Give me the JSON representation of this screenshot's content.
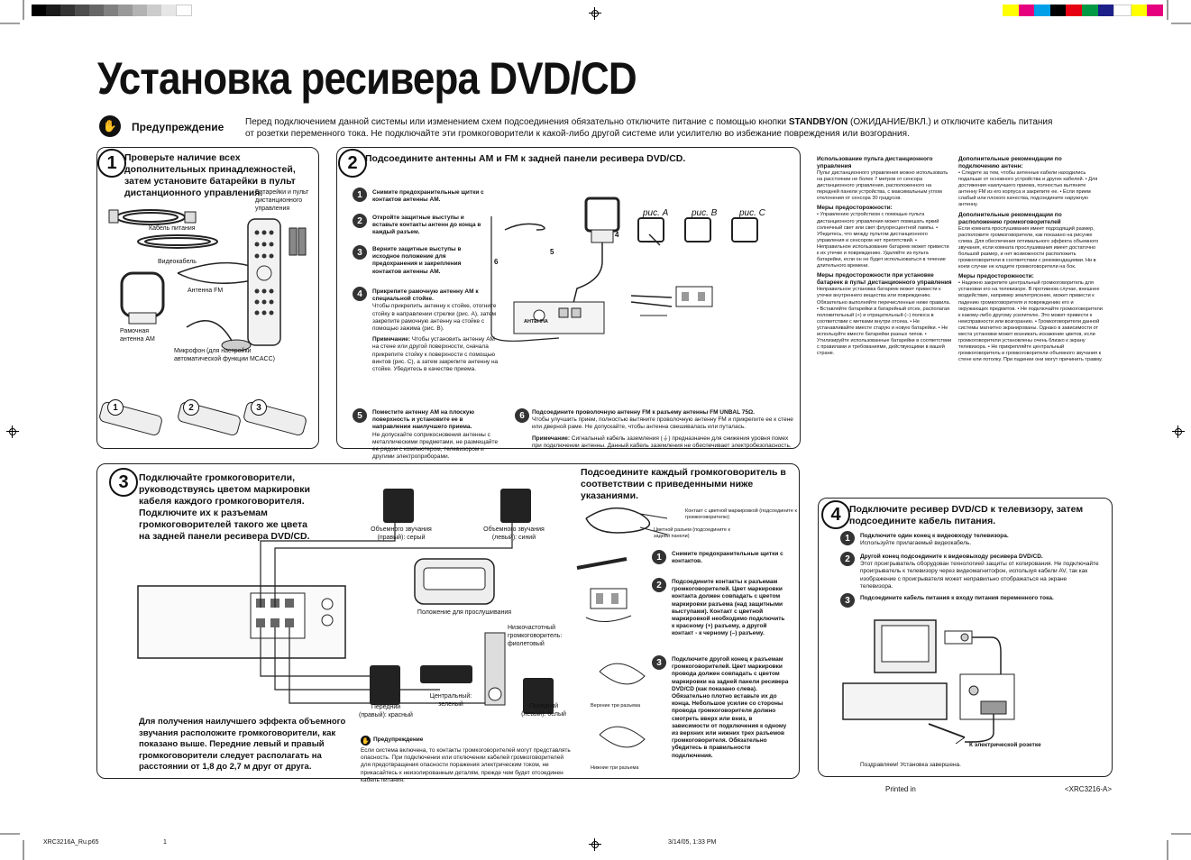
{
  "print": {
    "file_name": "XRC3216A_Ru.p65",
    "page": "1",
    "timestamp": "3/14/05, 1:33 PM",
    "printed_in": "Printed in",
    "code": "<XRC3216-A>"
  },
  "colors": {
    "gray_bar": [
      "#000000",
      "#1a1a1a",
      "#333333",
      "#4d4d4d",
      "#666666",
      "#808080",
      "#999999",
      "#b3b3b3",
      "#cccccc",
      "#e6e6e6",
      "#ffffff"
    ],
    "color_bar": [
      "#ffff00",
      "#e6007e",
      "#00a0e9",
      "#000000",
      "#e60012",
      "#009944",
      "#1d2088",
      "#ffffff",
      "#ffff00",
      "#e6007e"
    ]
  },
  "title": "Установка ресивера DVD/CD",
  "warning": {
    "label": "Предупреждение",
    "text_part1": "Перед подключением данной системы или изменением схем подсоединения обязательно отключите питание с помощью кнопки ",
    "text_bold": "STANDBY/ON",
    "text_part2": " (ОЖИДАНИЕ/ВКЛ.) и отключите кабель питания от розетки переменного тока. Не подключайте эти громкоговорители к какой-либо другой системе или усилителю во избежание повреждения или возгорания."
  },
  "panel1": {
    "number": "1",
    "heading": "Проверьте наличие всех дополнительных принадлежностей, затем установите батарейки в пульт дистанционного управления.",
    "labels": {
      "power_cable": "Кабель питания",
      "video_cable": "Видеокабель",
      "fm_antenna": "Антенна FM",
      "am_antenna": "Рамочная антенна AM",
      "microphone": "Микрофон (для настройки автоматической функции MCACC)",
      "batteries": "Батарейки и пульт дистанционного управления"
    },
    "steps": [
      "1",
      "2",
      "3"
    ]
  },
  "panel2": {
    "number": "2",
    "heading": "Подсоедините антенны AM и FM к задней панели ресивера DVD/CD.",
    "steps": [
      {
        "n": "1",
        "bold": "Снимите предохранительные щитки с контактов антенны AM.",
        "text": ""
      },
      {
        "n": "2",
        "bold": "Откройте защитные выступы и вставьте контакты антенн до конца в каждый разъем.",
        "text": ""
      },
      {
        "n": "3",
        "bold": "Верните защитные выступы в исходное положение для предохранения и закрепления контактов антенны AM.",
        "text": ""
      },
      {
        "n": "4",
        "bold": "Прикрепите рамочную антенну AM к специальной стойке.",
        "text": "Чтобы прикрепить антенну к стойке, отогните стойку в направлении стрелки (рис. A), затем закрепите рамочную антенну на стойке с помощью зажима (рис. B).",
        "note_label": "Примечание:",
        "note": " Чтобы установить антенну AM на стене или другой поверхности, сначала прикрепите стойку к поверхности с помощью винтов (рис. C), а затем закрепите антенну на стойке. Убедитесь в качестве приема."
      },
      {
        "n": "5",
        "bold": "Поместите антенну AM на плоскую поверхность и установите ее в направлении наилучшего приема.",
        "text": "Не допускайте соприкосновения антенны с металлическими предметами, не размещайте ее рядом с компьютером, телевизором и другими электроприборами."
      },
      {
        "n": "6",
        "bold": "Подсоедините проволочную антенну FM к разъему антенны FM UNBAL 75Ω.",
        "text": "Чтобы улучшить прием, полностью вытяните проволочную антенну FM и прикрепите ее к стене или дверной раме. Не допускайте, чтобы антенна свешивалась или путалась.",
        "note_label": "Примечание:",
        "note": " Сигнальный кабель заземления (⏚) предназначен для снижения уровня помех при подключении антенны. Данный кабель заземления не обеспечивает электробезопасность."
      }
    ],
    "figs": [
      "рис. A",
      "рис. B",
      "рис. C"
    ],
    "callouts": [
      "4",
      "5",
      "6"
    ],
    "antenna_label": "АНТЕННА"
  },
  "panel3": {
    "number": "3",
    "heading": "Подключайте громкоговорители, руководствуясь цветом маркировки кабеля каждого громкоговорителя. Подключите их к разъемам громкоговорителей такого же цвета на задней панели ресивера DVD/CD.",
    "speakers": {
      "surround_right": "Объемного звучания (правый): серый",
      "surround_left": "Объемного звучания (левый): синий",
      "listening": "Положение для прослушивания",
      "subwoofer": "Низкочастотный громкоговоритель: фиолетовый",
      "front_right": "Передний (правый): красный",
      "center": "Центральный: зеленый",
      "front_left": "Передний (левый): белый"
    },
    "best_effect": "Для получения наилучшего эффекта объемного звучания расположите громкоговорители, как показано выше. Передние левый и правый громкоговорители следует располагать на расстоянии от 1,8 до 2,7 м друг от друга.",
    "warning_label": "Предупреждение",
    "warning_text": "Если система включена, то контакты громкоговорителей могут представлять опасность. При подключении или отключении кабелей громкоговорителей для предотвращения опасности поражения электрическим током, не прикасайтесь к неизолированным деталям, прежде чем будет отсоединен кабель питания.",
    "right_heading": "Подсоедините каждый громкоговоритель в соответствии с приведенными ниже указаниями.",
    "contact_label": "Контакт с цветной маркировкой (подсоедините к громкоговорителю)",
    "colored_label": "Цветной разъем (подсоедините к задней панели)",
    "steps": [
      {
        "n": "1",
        "bold": "Снимите предохранительные щитки с контактов."
      },
      {
        "n": "2",
        "bold": "Подсоедините контакты к разъемам громкоговорителей. Цвет маркировки контакта должен совпадать с цветом маркировки разъема (над защитными выступами). Контакт с цветной маркировкой необходимо подключить к красному (+) разъему, а другой контакт - к черному (–) разъему."
      },
      {
        "n": "3",
        "bold": "Подключите другой конец к разъемам громкоговорителей. Цвет маркировки провода должен совпадать с цветом маркировки на задней панели ресивера DVD/CD (как показано слева). Обязательно плотно вставьте их до конца. Небольшое усилие со стороны провода громкоговорителя должно смотреть вверх или вниз, в зависимости от подключения к одному из верхних или нижних трех разъемов громкоговорителя. Обязательно убедитесь в правильности подключения."
      }
    ],
    "upper_label": "Верхние три разъема",
    "lower_label": "Нижние три разъема"
  },
  "panel4": {
    "number": "4",
    "heading": "Подключите ресивер DVD/CD к телевизору, затем подсоедините кабель питания.",
    "steps": [
      {
        "n": "1",
        "bold": "Подключите один конец к видеовходу телевизора.",
        "text": "Используйте прилагаемый видеокабель."
      },
      {
        "n": "2",
        "bold": "Другой конец подсоедините к видеовыходу ресивера DVD/CD.",
        "text": "Этот проигрыватель оборудован технологией защиты от копирования. Не подключайте проигрыватель к телевизору через видеомагнитофон, используя кабели AV, так как изображение с проигрывателя может неправильно отображаться на экране телевизора."
      },
      {
        "n": "3",
        "bold": "Подсоедините кабель питания к входу питания переменного тока.",
        "text": ""
      }
    ],
    "outlet_label": "К электрической розетке",
    "done": "Поздравляем! Установка завершена."
  },
  "right_col1": {
    "sections": [
      {
        "heading": "Использование пульта дистанционного управления",
        "body": "Пульт дистанционного управления можно использовать на расстоянии не более 7 метров от сенсора дистанционного управления, расположенного на передней панели устройства, с максимальным углом отклонения от сенсора 30 градусов."
      },
      {
        "heading": "Меры предосторожности:",
        "body": "• Управлению устройством с помощью пульта дистанционного управления может помешать яркий солнечный свет или свет флуоресцентной лампы. • Убедитесь, что между пультом дистанционного управления и сенсором нет препятствий. • Неправильное использование батареек может привести к их утечке и повреждению. Удаляйте из пульта батарейки, если он не будет использоваться в течение длительного времени."
      },
      {
        "heading": "Меры предосторожности при установке батареек в пульт дистанционного управления",
        "body": "Неправильное установка батареек может привести к утечке внутреннего вещества или повреждению. Обязательно выполняйте перечисленные ниже правила. • Вставляйте батарейки в батарейный отсек, располагая положительный (+) и отрицательный (–) полюса в соответствии с метками внутри отсека. • Не устанавливайте вместе старую и новую батарейки. • Не используйте вместе батарейки разных типов. • Утилизируйте использованные батарейки в соответствии с правилами и требованиями, действующими в вашей стране."
      }
    ]
  },
  "right_col2": {
    "sections": [
      {
        "heading": "Дополнительные рекомендации по подключению антенн:",
        "body": "• Следите за тем, чтобы антенные кабели находились подальше от основного устройства и других кабелей. • Для достижения наилучшего приема, полностью вытяните антенну FM из его корпуса и закрепите ее. • Если прием слабый или плохого качества, подсоедините наружную антенну."
      },
      {
        "heading": "Дополнительные рекомендации по расположению громкоговорителей",
        "body": "Если комната прослушивания имеет подходящий размер, расположите громкоговорители, как показано на рисунке слева. Для обеспечения оптимального эффекта объемного звучания, если комната прослушивания имеет достаточно большой размер, и нет возможности расположить громкоговорители в соответствии с рекомендациями. Ни в коем случае не кладите громкоговорители на бок."
      },
      {
        "heading": "Меры предосторожности:",
        "body": "• Надежно закрепите центральный громкоговоритель для установки его на телевизоре. В противном случае, внешнее воздействие, например землетрясение, может привести к падению громкоговорителя и повреждению его и окружающих предметов. • Не подключайте громкоговорители к какому-либо другому усилителю. Это может привести к неисправности или возгоранию. • Громкоговорители данной системы магнитно экранированы. Однако в зависимости от места установки может возникать искажение цветов, если громкоговорители установлены очень близко к экрану телевизора. • Не прикрепляйте центральный громкоговоритель и громкоговорители объемного звучания к стене или потолку. При падении они могут причинить травму."
      }
    ]
  }
}
